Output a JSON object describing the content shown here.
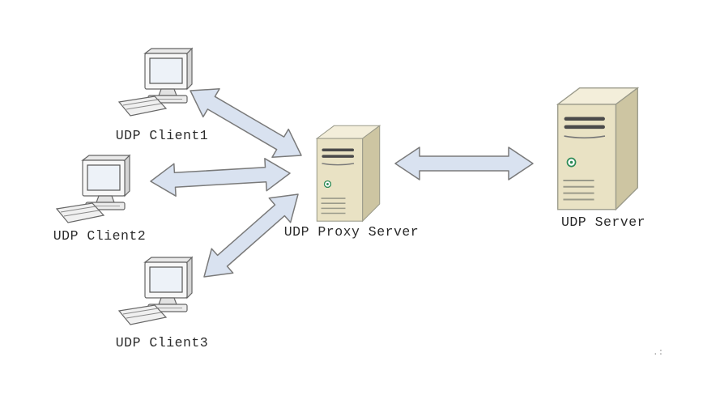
{
  "diagram": {
    "type": "network-architecture",
    "nodes": {
      "client1": {
        "label": "UDP Client1",
        "kind": "computer"
      },
      "client2": {
        "label": "UDP Client2",
        "kind": "computer"
      },
      "client3": {
        "label": "UDP Client3",
        "kind": "computer"
      },
      "proxy": {
        "label": "UDP Proxy Server",
        "kind": "server-tower"
      },
      "server": {
        "label": "UDP Server",
        "kind": "server-tower"
      }
    },
    "edges": [
      {
        "from": "UDP Client1",
        "to": "UDP Proxy Server",
        "style": "double-headed-arrow"
      },
      {
        "from": "UDP Client2",
        "to": "UDP Proxy Server",
        "style": "double-headed-arrow"
      },
      {
        "from": "UDP Client3",
        "to": "UDP Proxy Server",
        "style": "double-headed-arrow"
      },
      {
        "from": "UDP Proxy Server",
        "to": "UDP Server",
        "style": "double-headed-arrow"
      }
    ],
    "colors": {
      "background": "#ffffff",
      "arrow_fill": "#d9e2f0",
      "arrow_stroke": "#7a7a7a",
      "server_front": "#e9e2c4",
      "server_side": "#cdc5a2",
      "server_top": "#f3eeda",
      "led_green": "#2e8b57",
      "label_text": "#2b2b2b"
    },
    "corner_mark": ".:"
  }
}
